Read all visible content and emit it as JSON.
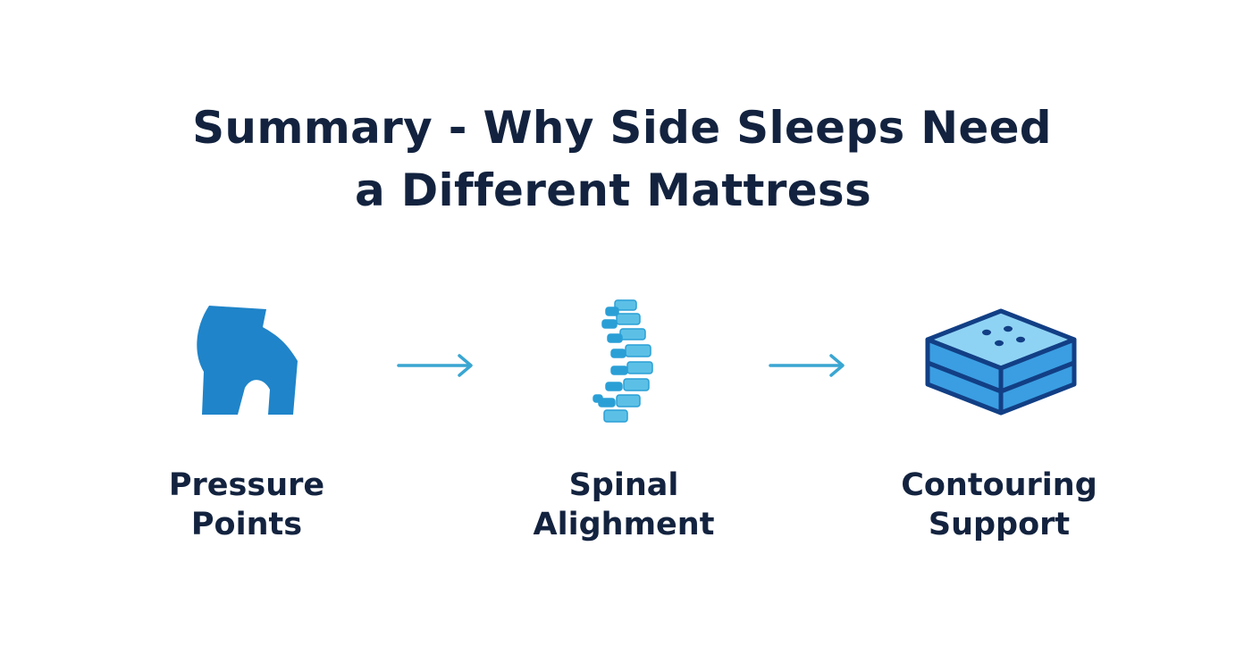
{
  "title": {
    "line1": "Summary - Why Side Sleeps Need",
    "line2": "a Different Mattress"
  },
  "steps": [
    {
      "icon": "hip-joint-icon",
      "label_line1": "Pressure",
      "label_line2": "Points"
    },
    {
      "icon": "spine-icon",
      "label_line1": "Spinal",
      "label_line2": "Alighment"
    },
    {
      "icon": "mattress-icon",
      "label_line1": "Contouring",
      "label_line2": "Support"
    }
  ],
  "colors": {
    "text": "#13233f",
    "icon_blue": "#1f84c9",
    "spine_light": "#5cc0e6",
    "spine_dark": "#2a9fd6",
    "arrow": "#3aa6d2",
    "mattress_outline": "#123f85",
    "mattress_top": "#8fd3f4",
    "mattress_side": "#3b9ee2"
  }
}
